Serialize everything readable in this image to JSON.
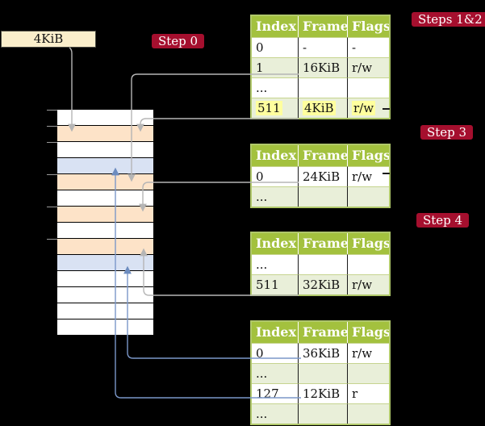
{
  "frame_size_box": {
    "label": "4KiB"
  },
  "steps": {
    "step0": "Step 0",
    "steps12": "Steps 1&2",
    "step3": "Step 3",
    "step4": "Step 4"
  },
  "page_tables": [
    {
      "title": "page table referenced in steps 1 and 2",
      "headers": [
        "Index",
        "Frame",
        "Flags"
      ],
      "rows": [
        {
          "index": "0",
          "frame": "-",
          "flags": "-"
        },
        {
          "index": "1",
          "frame": "16KiB",
          "flags": "r/w"
        },
        {
          "index": "...",
          "frame": "",
          "flags": ""
        },
        {
          "index": "511",
          "frame": "4KiB",
          "flags": "r/w",
          "highlighted": true
        }
      ]
    },
    {
      "title": "page table referenced in step 3",
      "headers": [
        "Index",
        "Frame",
        "Flags"
      ],
      "rows": [
        {
          "index": "0",
          "frame": "24KiB",
          "flags": "r/w"
        },
        {
          "index": "...",
          "frame": "",
          "flags": ""
        }
      ]
    },
    {
      "title": "page table referenced in step 4",
      "headers": [
        "Index",
        "Frame",
        "Flags"
      ],
      "rows": [
        {
          "index": "...",
          "frame": "",
          "flags": ""
        },
        {
          "index": "511",
          "frame": "32KiB",
          "flags": "r/w"
        }
      ]
    },
    {
      "title": "final level page table",
      "headers": [
        "Index",
        "Frame",
        "Flags"
      ],
      "rows": [
        {
          "index": "0",
          "frame": "36KiB",
          "flags": "r/w"
        },
        {
          "index": "...",
          "frame": "",
          "flags": ""
        },
        {
          "index": "127",
          "frame": "12KiB",
          "flags": "r"
        },
        {
          "index": "...",
          "frame": "",
          "flags": ""
        }
      ]
    }
  ],
  "memory_column": {
    "frames": [
      "plain",
      "peach",
      "plain",
      "blue",
      "peach",
      "plain",
      "peach",
      "plain",
      "peach",
      "blue",
      "plain",
      "plain",
      "plain",
      "plain"
    ]
  },
  "colors": {
    "step_badge_bg": "#a50f2e",
    "table_header_bg": "#a3c13e",
    "table_alt_row_bg": "#e9efd9",
    "table_border": "#b0c86a",
    "highlight_bg": "#ffff9e",
    "frame_peach": "#fde3c8",
    "frame_blue": "#d9e2f3",
    "size_box_bg": "#faeecb",
    "gray_arrow": "#b5b5b5",
    "blue_arrow": "#7b97c9"
  }
}
